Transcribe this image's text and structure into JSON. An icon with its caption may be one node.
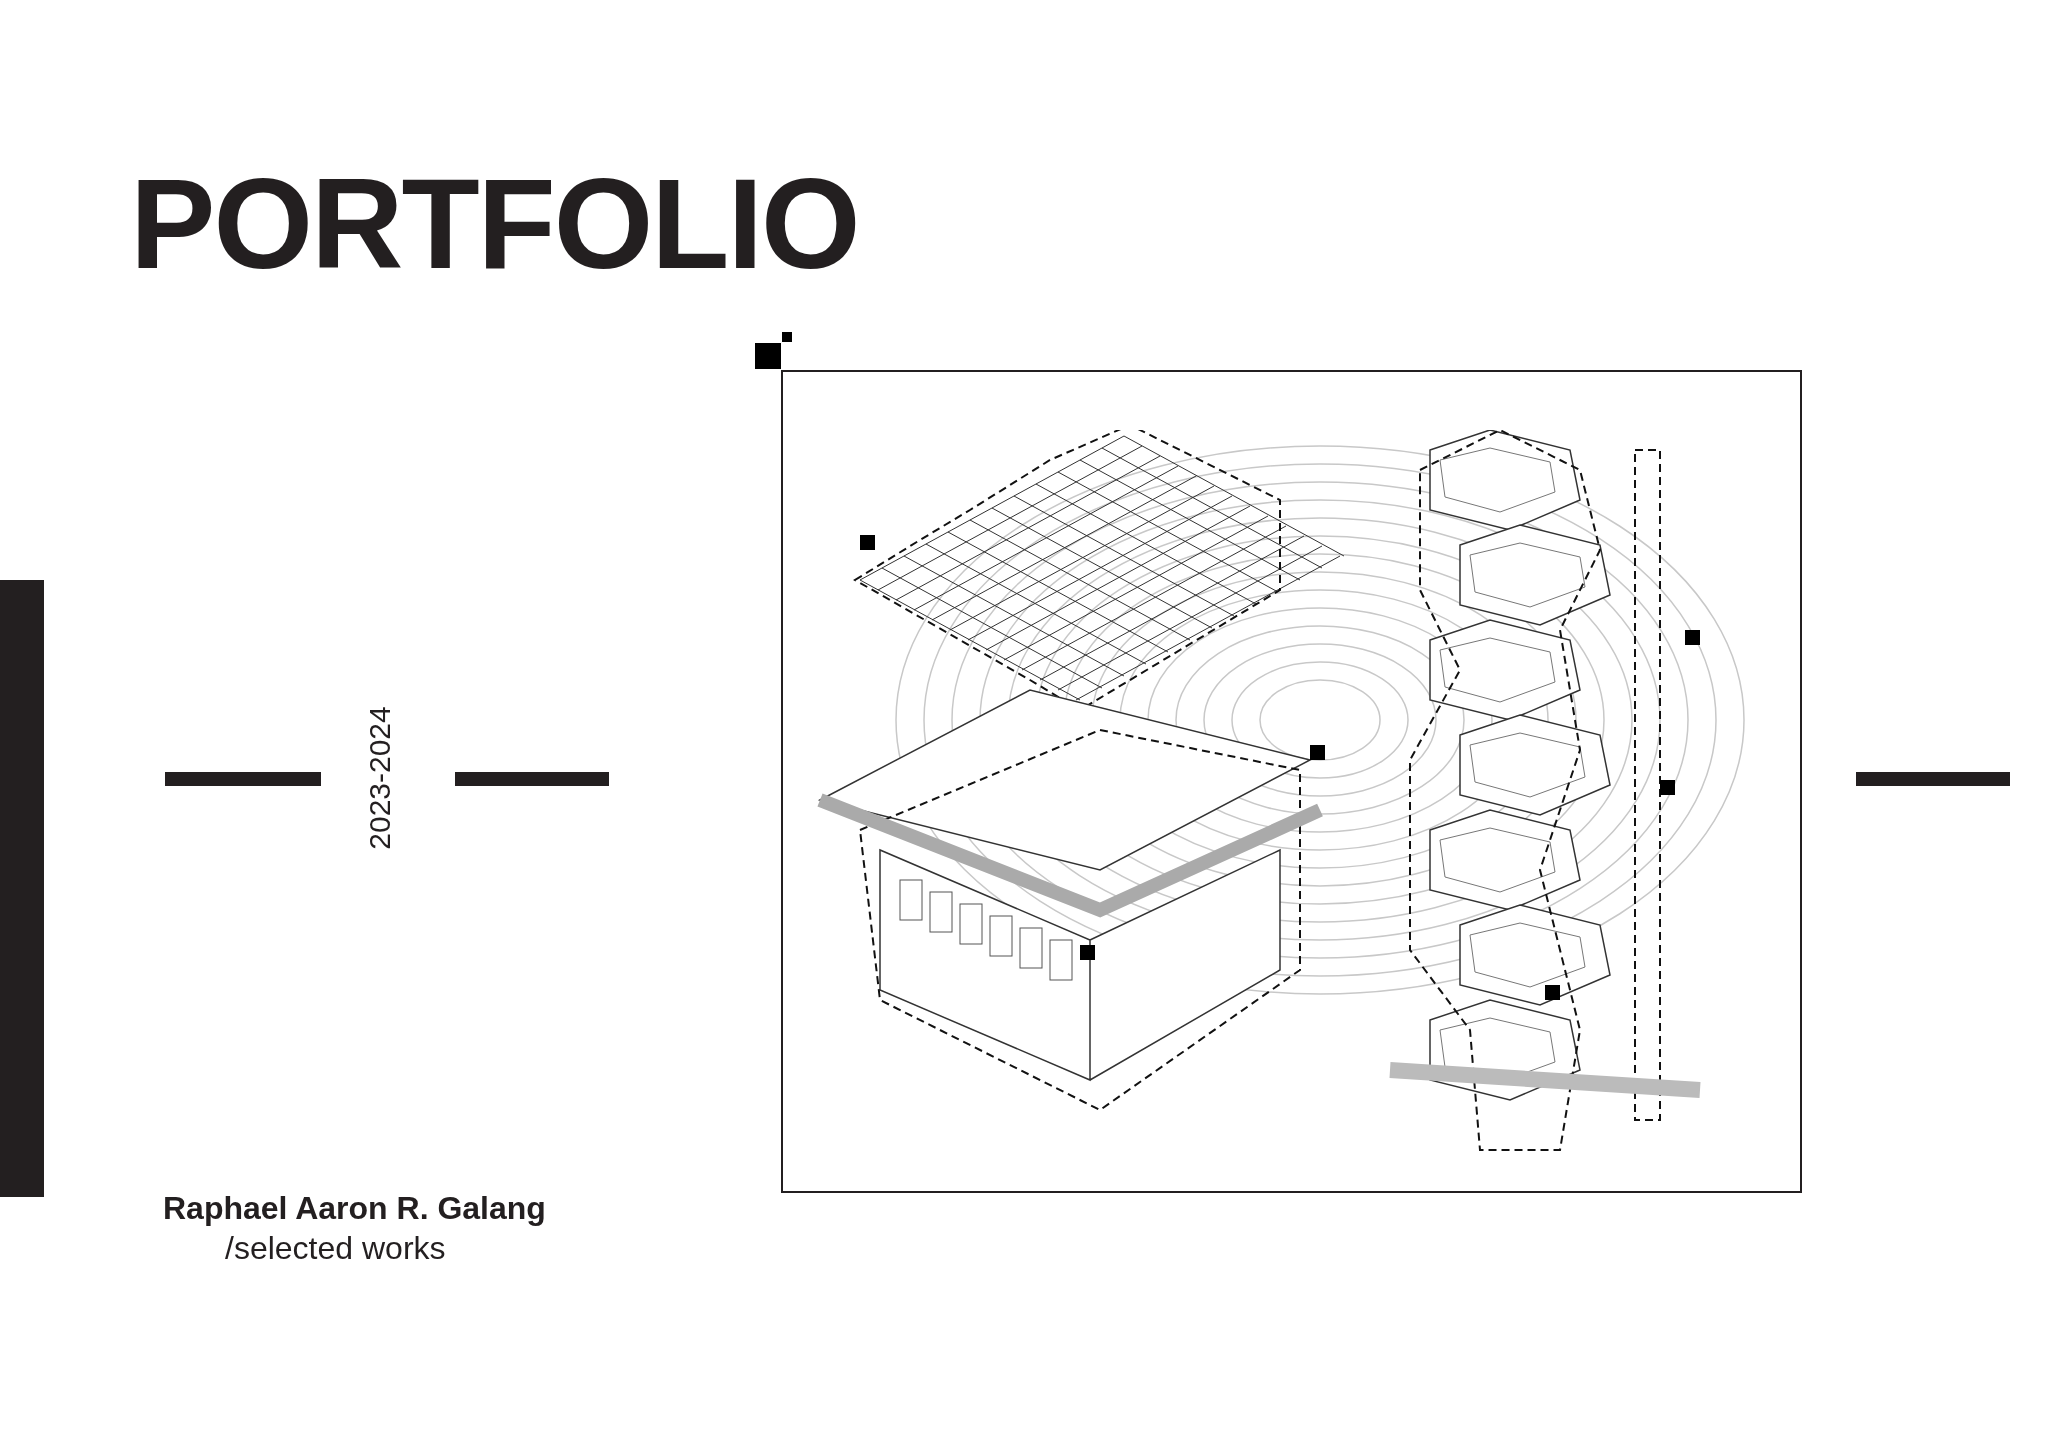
{
  "diagram": {
    "title": "PORTFOLIO",
    "nodes": [
      {
        "text": [],
        "shape": "bar"
      },
      {
        "text": [],
        "shape": "bar"
      },
      {
        "text": [],
        "shape": "bar"
      },
      {
        "text": [],
        "shape": "bar"
      }
    ],
    "labels": [
      "2023-2024",
      "Raphael Aaron R. Galang",
      "/selected works"
    ]
  }
}
